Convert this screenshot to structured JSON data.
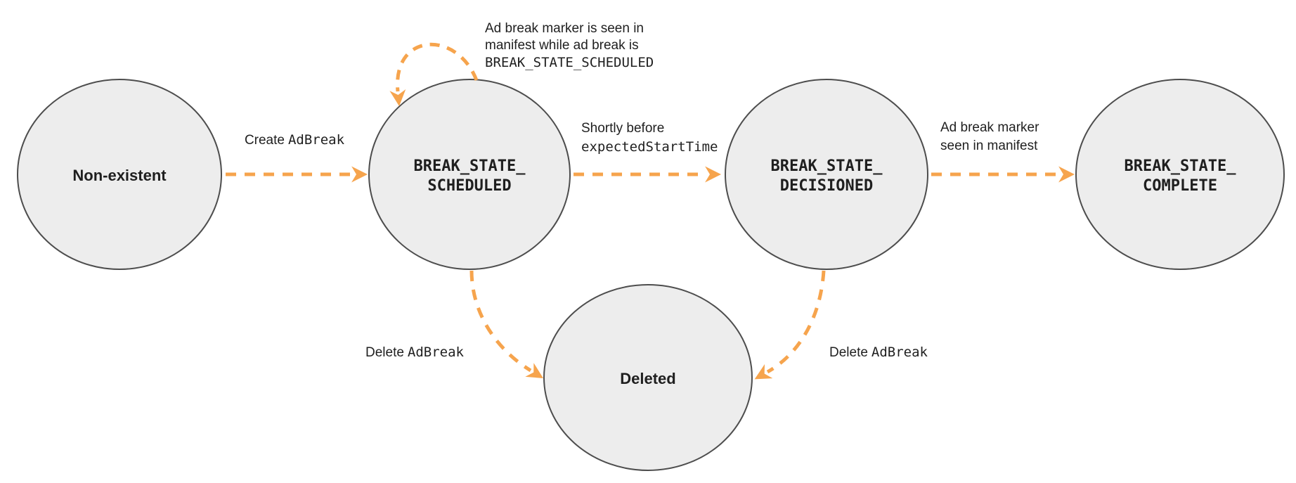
{
  "colors": {
    "arrow": "#F6A44D",
    "node_fill": "#EDEDED",
    "node_border": "#4D4D4D",
    "text": "#1F1F1F"
  },
  "states": {
    "non_existent": {
      "label": "Non-existent"
    },
    "scheduled": {
      "line1": "BREAK_STATE_",
      "line2": "SCHEDULED"
    },
    "decisioned": {
      "line1": "BREAK_STATE_",
      "line2": "DECISIONED"
    },
    "complete": {
      "line1": "BREAK_STATE_",
      "line2": "COMPLETE"
    },
    "deleted": {
      "label": "Deleted"
    }
  },
  "transitions": {
    "create": {
      "text": "Create",
      "code": "AdBreak"
    },
    "self_loop": {
      "line1": "Ad break marker is seen in",
      "line2": "manifest while ad break is",
      "code": "BREAK_STATE_SCHEDULED"
    },
    "shortly_before": {
      "text": "Shortly before",
      "code": "expectedStartTime"
    },
    "marker_seen": {
      "line1": "Ad break marker",
      "line2": "seen in manifest"
    },
    "delete_from_scheduled": {
      "text": "Delete",
      "code": "AdBreak"
    },
    "delete_from_decisioned": {
      "text": "Delete",
      "code": "AdBreak"
    }
  }
}
